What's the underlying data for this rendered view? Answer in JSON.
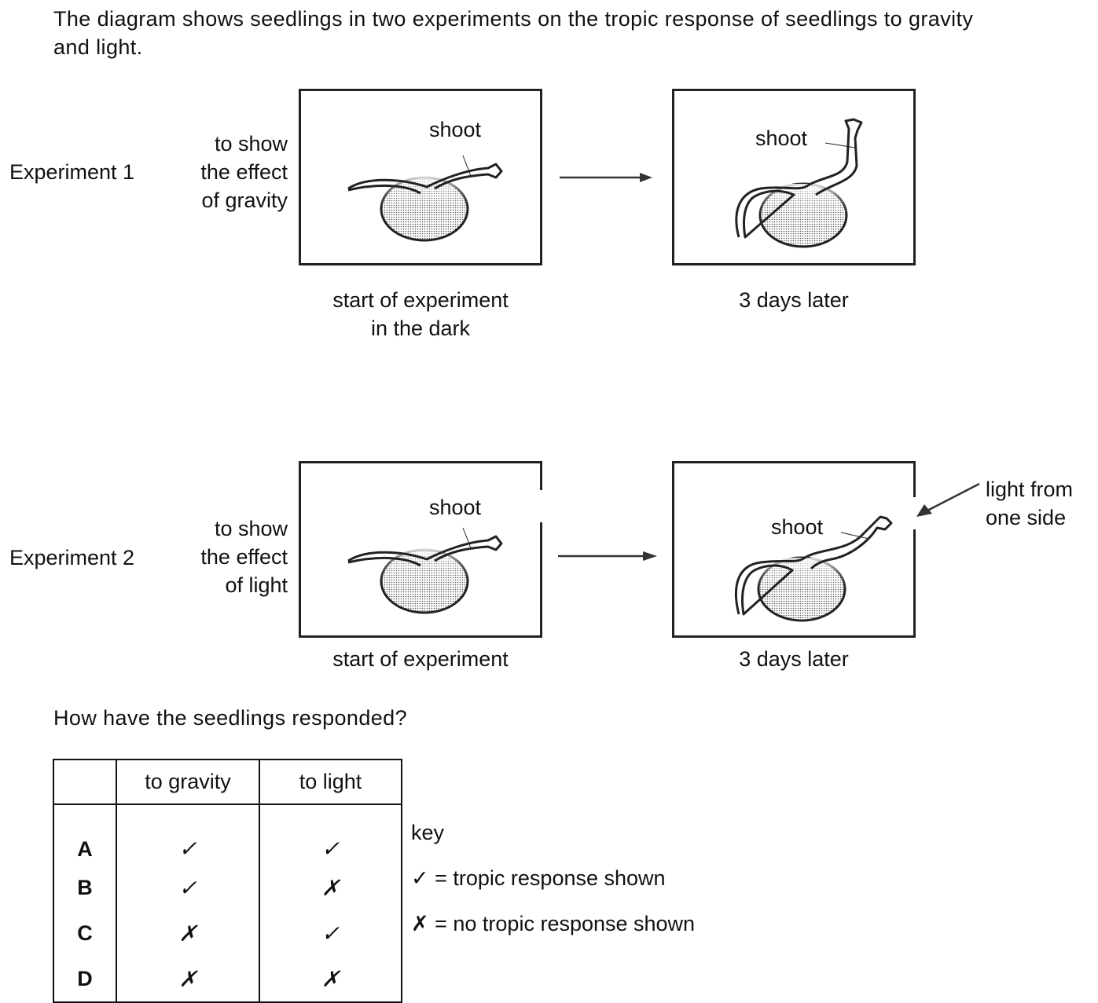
{
  "question": {
    "intro_line1": "The diagram shows seedlings in two experiments on the tropic response of seedlings to gravity",
    "intro_line2": "and light.",
    "prompt": "How have the seedlings responded?"
  },
  "experiments": [
    {
      "name": "Experiment 1",
      "purpose_lines": [
        "to show",
        "the effect",
        "of gravity"
      ],
      "start_caption_lines": [
        "start of experiment",
        "in the dark"
      ],
      "end_caption": "3 days later",
      "shoot_label": "shoot"
    },
    {
      "name": "Experiment 2",
      "purpose_lines": [
        "to show",
        "the effect",
        "of light"
      ],
      "start_caption_lines": [
        "start of experiment"
      ],
      "end_caption": "3 days later",
      "shoot_label": "shoot",
      "light_label_lines": [
        "light from",
        "one side"
      ]
    }
  ],
  "icons": {
    "arrow": "right-arrow",
    "light_arrow": "diagonal-arrow-down-left",
    "tick": "✓",
    "cross": "✗"
  },
  "table": {
    "headers": [
      "",
      "to gravity",
      "to light"
    ],
    "rows": [
      {
        "option": "A",
        "gravity": "✓",
        "light": "✓"
      },
      {
        "option": "B",
        "gravity": "✓",
        "light": "✗"
      },
      {
        "option": "C",
        "gravity": "✗",
        "light": "✓"
      },
      {
        "option": "D",
        "gravity": "✗",
        "light": "✗"
      }
    ]
  },
  "key": {
    "title": "key",
    "tick_meaning": "✓ = tropic response shown",
    "cross_meaning": "✗ = no tropic response shown"
  }
}
